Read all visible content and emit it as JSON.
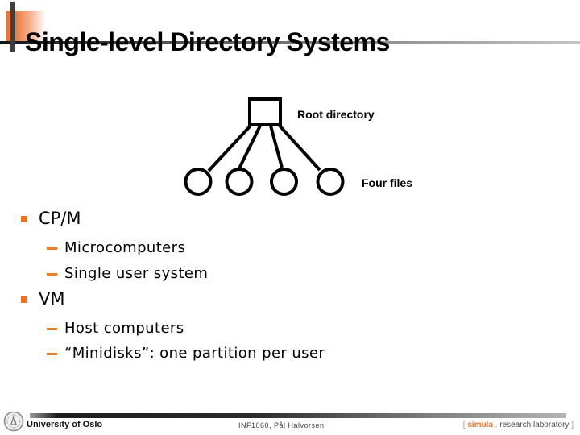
{
  "slide": {
    "title": "Single-level Directory Systems",
    "diagram": {
      "root_label": "Root directory",
      "files_label": "Four files",
      "node_shapes": {
        "directory": "square-outline-icon",
        "file": "circle-outline-icon"
      },
      "file_count": 4
    },
    "bullets": [
      {
        "level": 1,
        "marker": "orange-square-bullet",
        "text": "CP/M"
      },
      {
        "level": 2,
        "marker": "orange-dash-bullet",
        "text": "Microcomputers"
      },
      {
        "level": 2,
        "marker": "orange-dash-bullet",
        "text": "Single user system"
      },
      {
        "level": 1,
        "marker": "orange-square-bullet",
        "text": "VM"
      },
      {
        "level": 2,
        "marker": "orange-dash-bullet",
        "text": "Host computers"
      },
      {
        "level": 2,
        "marker": "orange-dash-bullet",
        "text": "“Minidisks”: one partition per user"
      }
    ],
    "footer": {
      "university": "University of Oslo",
      "logo": "uio-seal-icon",
      "course": "INF1060, Pål Halvorsen",
      "lab": {
        "bracket_open": "[ ",
        "name": "simula",
        "separator": " . ",
        "rest": "research laboratory",
        "bracket_close": " ]"
      }
    },
    "colors": {
      "accent_orange": "#ee7022",
      "dash_orange": "#e87d2a",
      "simula_orange": "#e87a2b",
      "title_bar_dark": "#3f3f3f",
      "text_black": "#000000",
      "footer_gray": "#3c3c3c",
      "background": "#ffffff"
    }
  }
}
